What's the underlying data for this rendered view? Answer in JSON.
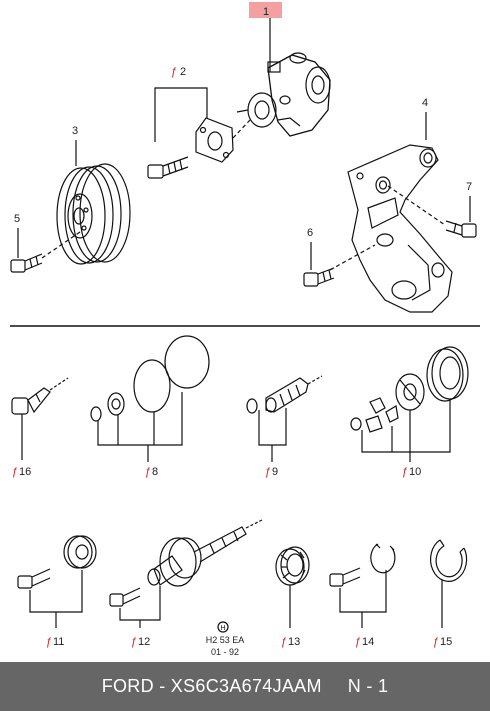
{
  "diagram": {
    "part_labels": {
      "p1": "1",
      "p2": "2",
      "p3": "3",
      "p4": "4",
      "p5": "5",
      "p6": "6",
      "p7": "7",
      "p8": "8",
      "p9": "9",
      "p10": "10",
      "p11": "11",
      "p12": "12",
      "p13": "13",
      "p14": "14",
      "p15": "15",
      "p16": "16"
    },
    "ref_code": "H2 53 EA",
    "ref_date": "01 - 92",
    "ref_logo": "H",
    "highlight_color": "#f4a0a0",
    "marker_color": "#d42020"
  },
  "footer": {
    "part_info": "FORD - XS6C3A674JAAM",
    "quantity": "N - 1"
  }
}
